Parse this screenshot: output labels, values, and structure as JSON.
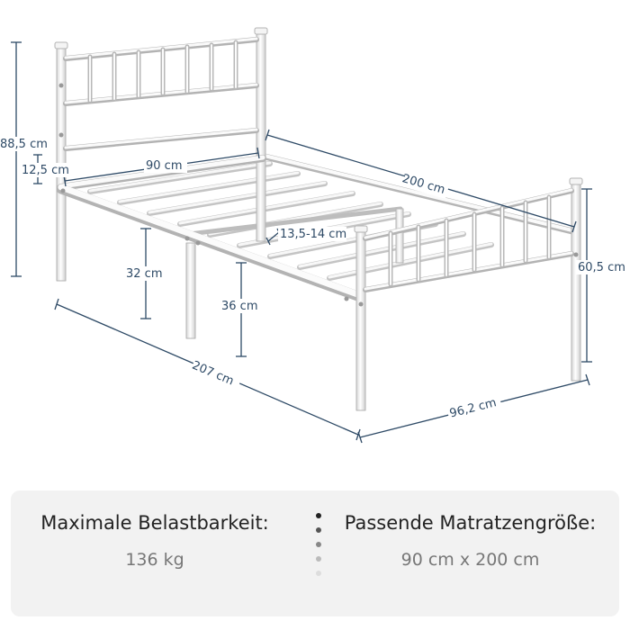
{
  "dimensions": {
    "height_headboard": "88,5 cm",
    "headboard_gap": "12,5 cm",
    "width_inner": "90 cm",
    "length_inner": "200 cm",
    "slat_gap": "13,5-14 cm",
    "height_footboard": "60,5 cm",
    "under_bed_height_1": "32 cm",
    "under_bed_height_2": "36 cm",
    "length_outer": "207 cm",
    "width_outer": "96,2 cm"
  },
  "info": {
    "load_label": "Maximale Belastbarkeit:",
    "load_value": "136 kg",
    "mattress_label": "Passende Matratzengröße:",
    "mattress_value": "90 cm x 200 cm"
  },
  "colors": {
    "dimension_lines": "#2e4a66",
    "info_background": "#f2f2f2",
    "frame": "#ffffff"
  },
  "dots_colors": [
    "#222222",
    "#555555",
    "#888888",
    "#bbbbbb",
    "#dddddd"
  ]
}
